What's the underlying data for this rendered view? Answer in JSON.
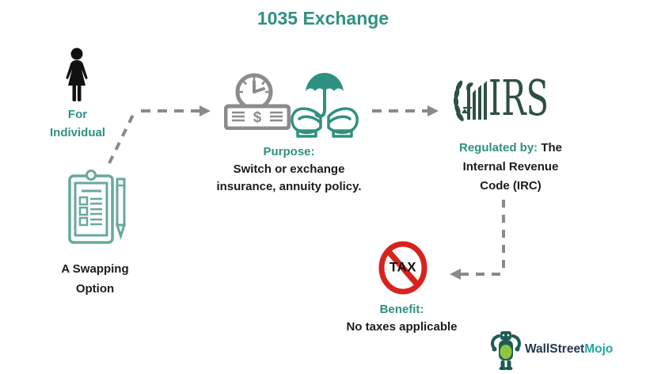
{
  "title": "1035 Exchange",
  "colors": {
    "accent_teal": "#2f9182",
    "icon_teal": "#67a99a",
    "icon_green": "#2e9180",
    "irs_green": "#2d4f44",
    "icon_gray": "#8c8c8c",
    "arrow_gray": "#8a8a8a",
    "prohibition_red": "#d7231d",
    "text_black": "#1c1c1c",
    "brand_navy": "#253652",
    "brand_teal": "#21a99f",
    "bull_dark": "#1d5c54",
    "bull_green": "#8dc63f"
  },
  "flow": {
    "individual": {
      "line1": "For",
      "line2": "Individual"
    },
    "swapping_option": {
      "line1": "A Swapping",
      "line2": "Option"
    },
    "purpose": {
      "heading": "Purpose:",
      "line1": "Switch or exchange",
      "line2": "insurance, annuity policy."
    },
    "regulator": {
      "heading": "Regulated by:",
      "heading_suffix": " The",
      "line2": "Internal Revenue",
      "line3": "Code (IRC)",
      "wordmark": "IRS"
    },
    "benefit": {
      "heading": "Benefit:",
      "line": "No taxes applicable",
      "sign_text": "TAX"
    }
  },
  "icons": {
    "person": "woman-silhouette-icon",
    "clipboard": "checklist-clipboard-icon",
    "money_clock": "banknote-clock-icon",
    "umbrella": "hands-holding-umbrella-icon",
    "irs_emblem": "irs-eagle-emblem-icon",
    "no_tax": "no-tax-prohibition-icon",
    "brand_bull": "wallstreetmojo-bull-icon",
    "dollar_glyph": "$"
  },
  "brand": {
    "part1": "WallStreet",
    "part2": "Mojo"
  }
}
